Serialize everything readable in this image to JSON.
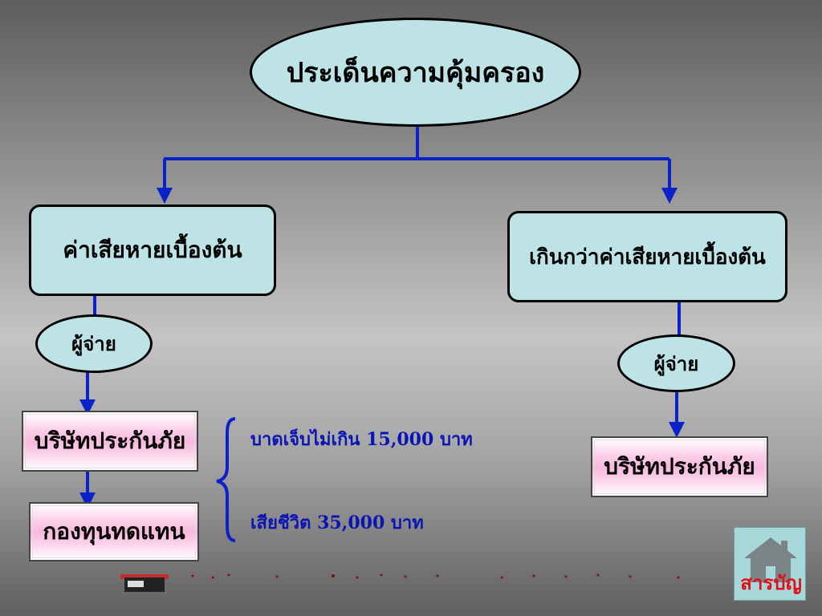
{
  "diagram": {
    "root": {
      "label": "ประเด็นความคุ้มครอง"
    },
    "left_branch": {
      "label": "ค่าเสียหายเบื้องต้น",
      "payer": "ผู้จ่าย",
      "boxes": [
        "บริษัทประกันภัย",
        "กองทุนทดแทน"
      ],
      "notes": [
        "บาดเจ็บไม่เกิน 15,000  บาท",
        "เสียชีวิต 35,000  บาท"
      ]
    },
    "right_branch": {
      "label": "เกินกว่าค่าเสียหายเบื้องต้น",
      "payer": "ผู้จ่าย",
      "box": "บริษัทประกันภัย"
    }
  },
  "nav": {
    "home_label": "สารบัญ",
    "icon": "home-icon"
  },
  "colors": {
    "connector": "#0b22c8",
    "node_fill": "#bde3e6",
    "leaf_fill": "#f7b8de",
    "note_text": "#0a14b4",
    "nav_text": "#e0101a"
  }
}
